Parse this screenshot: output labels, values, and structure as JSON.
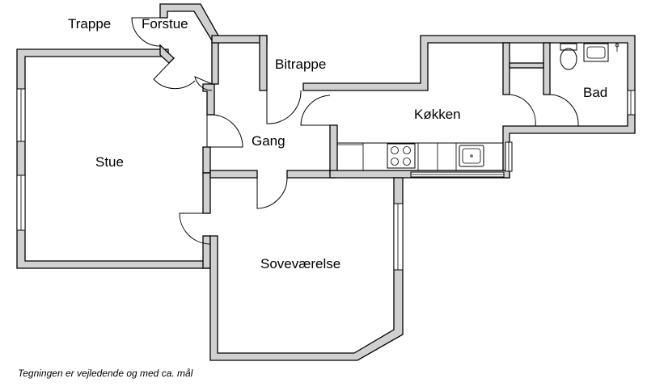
{
  "rooms": {
    "trappe": "Trappe",
    "forstue": "Forstue",
    "bitrappe": "Bitrappe",
    "kokken": "Køkken",
    "bad": "Bad",
    "stue": "Stue",
    "gang": "Gang",
    "sovevaerelse": "Soveværelse"
  },
  "footer": {
    "note": "Tegningen er vejledende og med ca. mål"
  },
  "colors": {
    "wall_fill": "#d0d0d0",
    "wall_outline": "#000000"
  }
}
